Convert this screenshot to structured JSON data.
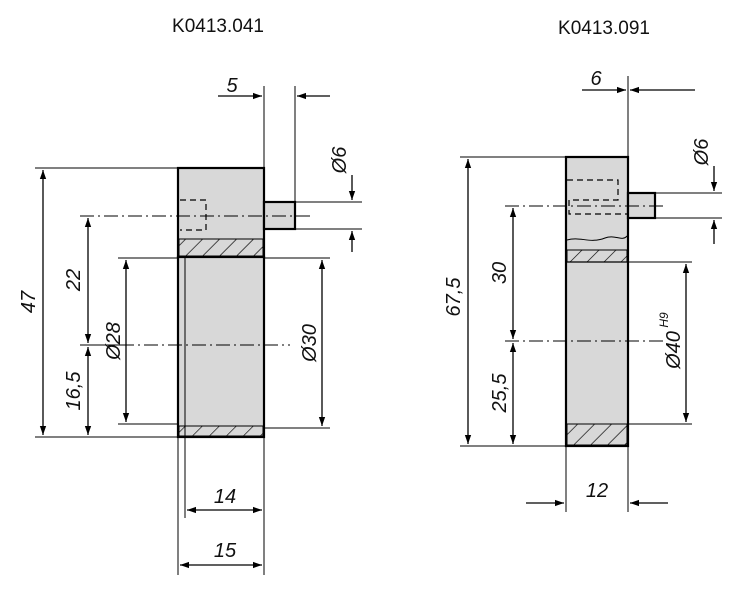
{
  "parts": [
    {
      "code": "K0413.041",
      "dims": {
        "pin_length": "5",
        "pin_dia": "Ø6",
        "total_height": "47",
        "pin_offset": "22",
        "lower_offset": "16,5",
        "inner_dia": "Ø28",
        "outer_dia": "Ø30",
        "width_inner": "14",
        "width_outer": "15"
      }
    },
    {
      "code": "K0413.091",
      "dims": {
        "pin_length": "6",
        "pin_dia": "Ø6",
        "total_height": "67,5",
        "pin_offset": "30",
        "lower_offset": "25,5",
        "bore_dia": "Ø40",
        "bore_tol": "H9",
        "width": "12"
      }
    }
  ]
}
